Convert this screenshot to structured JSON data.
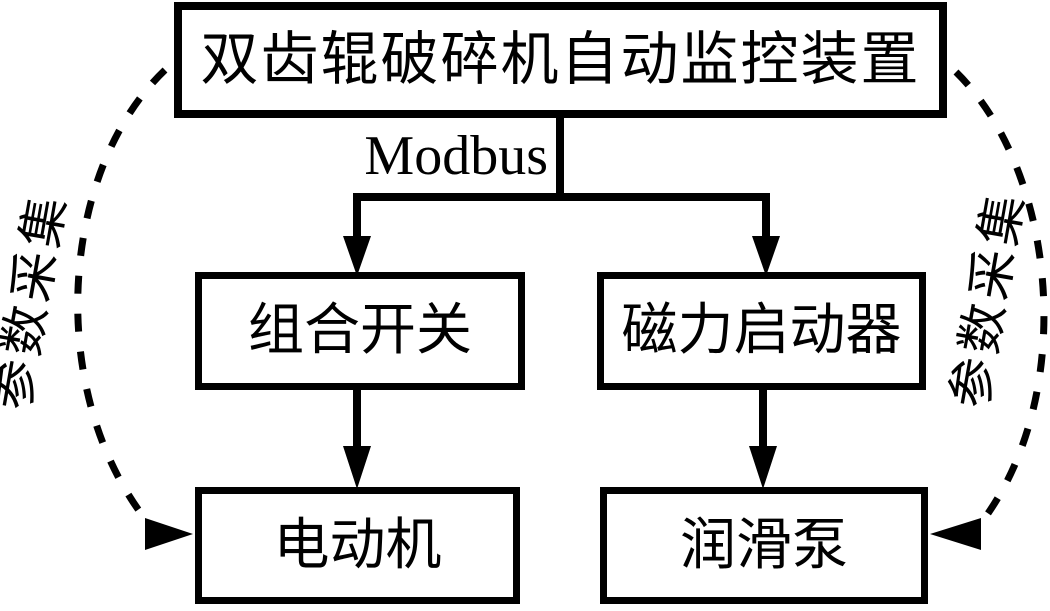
{
  "figure": {
    "background_color": "#ffffff",
    "ink_color": "#000000",
    "top_node_label": "双齿辊破碎机自动监控装置",
    "bus_label": "Modbus",
    "mid_left_node_label": "组合开关",
    "mid_right_node_label": "磁力启动器",
    "bottom_left_node_label": "电动机",
    "bottom_right_node_label": "润滑泵",
    "left_annotation_label": "参数采集",
    "right_annotation_label": "参数采集"
  }
}
